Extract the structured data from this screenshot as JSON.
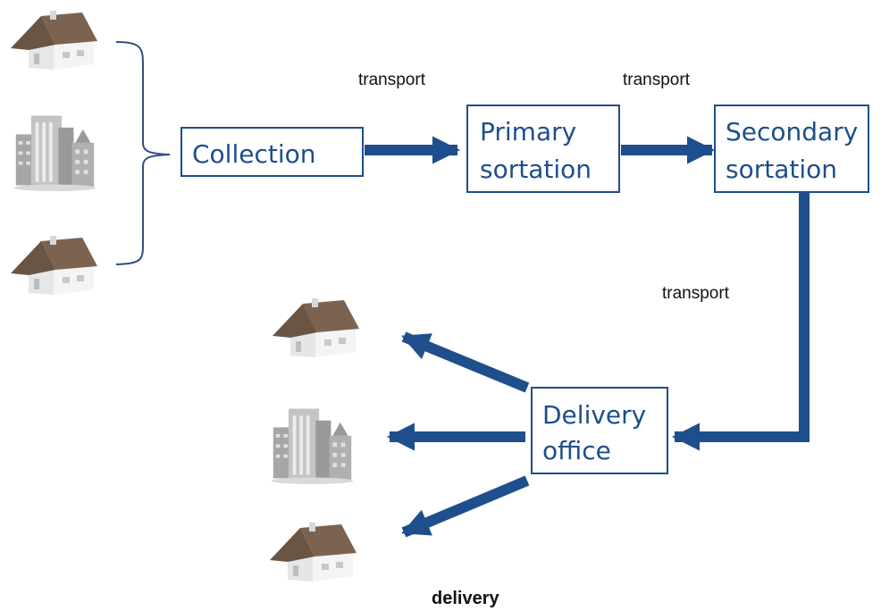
{
  "colors": {
    "accent": "#1f4e8c",
    "bracket": "#2f4f7f",
    "roof": "#6b5442",
    "wall": "#f2f2f2",
    "building": "#a9a9a9"
  },
  "icons": {
    "house": "house-icon",
    "building": "office-building-icon"
  },
  "nodes": {
    "collection": {
      "lines": [
        "Collection"
      ]
    },
    "primary": {
      "lines": [
        "Primary",
        "sortation"
      ]
    },
    "secondary": {
      "lines": [
        "Secondary",
        "sortation"
      ]
    },
    "delivery_office": {
      "lines": [
        "Delivery",
        "office"
      ]
    }
  },
  "labels": {
    "transport_1": "transport",
    "transport_2": "transport",
    "transport_3": "transport",
    "delivery": "delivery"
  }
}
